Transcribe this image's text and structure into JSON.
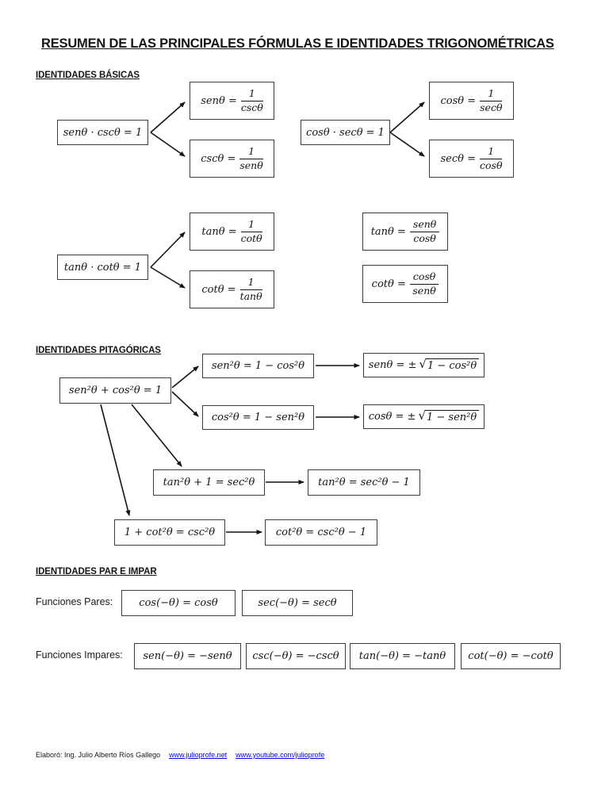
{
  "page": {
    "title": "RESUMEN DE LAS PRINCIPALES FÓRMULAS E IDENTIDADES TRIGONOMÉTRICAS"
  },
  "basicas": {
    "heading": "IDENTIDADES BÁSICAS",
    "group1": {
      "source": "senθ · cscθ = 1",
      "top": {
        "lhs": "senθ =",
        "num": "1",
        "den": "cscθ"
      },
      "bottom": {
        "lhs": "cscθ =",
        "num": "1",
        "den": "senθ"
      }
    },
    "group2": {
      "source": "cosθ · secθ = 1",
      "top": {
        "lhs": "cosθ =",
        "num": "1",
        "den": "secθ"
      },
      "bottom": {
        "lhs": "secθ =",
        "num": "1",
        "den": "cosθ"
      }
    },
    "group3": {
      "source": "tanθ · cotθ = 1",
      "top": {
        "lhs": "tanθ =",
        "num": "1",
        "den": "cotθ"
      },
      "bottom": {
        "lhs": "cotθ =",
        "num": "1",
        "den": "tanθ"
      }
    },
    "quotient_tan": {
      "lhs": "tanθ =",
      "num": "senθ",
      "den": "cosθ"
    },
    "quotient_cot": {
      "lhs": "cotθ =",
      "num": "cosθ",
      "den": "senθ"
    }
  },
  "pitagoricas": {
    "heading": "IDENTIDADES PITAGÓRICAS",
    "source": "sen²θ + cos²θ = 1",
    "sen_solved": "sen²θ = 1 − cos²θ",
    "cos_solved": "cos²θ = 1 − sen²θ",
    "sen_sqrt": {
      "pre": "senθ = ±",
      "sqrt": "√",
      "rad": "1 − cos²θ"
    },
    "cos_sqrt": {
      "pre": "cosθ = ±",
      "sqrt": "√",
      "rad": "1 − sen²θ"
    },
    "tan_identity": "tan²θ + 1 = sec²θ",
    "tan_solved": "tan²θ = sec²θ − 1",
    "cot_identity": "1 + cot²θ = csc²θ",
    "cot_solved": "cot²θ = csc²θ − 1"
  },
  "par_impar": {
    "heading": "IDENTIDADES PAR E IMPAR",
    "pares_label": "Funciones Pares:",
    "pares": [
      "cos(−θ) = cosθ",
      "sec(−θ) = secθ"
    ],
    "impares_label": "Funciones Impares:",
    "impares": [
      "sen(−θ) = −senθ",
      "csc(−θ) = −cscθ",
      "tan(−θ) = −tanθ",
      "cot(−θ) = −cotθ"
    ]
  },
  "footer": {
    "credit": "Elaboró: Ing. Julio Alberto Ríos Gallego",
    "links": [
      "www.julioprofe.net",
      "www.youtube.com/julioprofe"
    ],
    "link_color": "#0000ee"
  }
}
